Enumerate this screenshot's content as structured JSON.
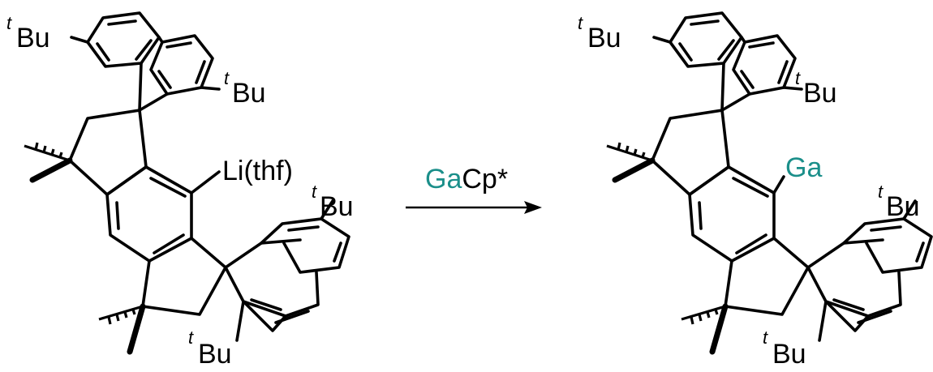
{
  "left": {
    "tbu_top_left": {
      "sup": "t",
      "text": "Bu"
    },
    "tbu_top_right": {
      "sup": "t",
      "text": "Bu"
    },
    "tbu_mid_right": {
      "sup": "t",
      "text": "Bu"
    },
    "tbu_bottom": {
      "sup": "t",
      "text": "Bu"
    },
    "metal_label": "Li(thf)"
  },
  "arrow": {
    "reagent_metal": "Ga",
    "reagent_rest": "Cp*"
  },
  "right": {
    "tbu_top_left": {
      "sup": "t",
      "text": "Bu"
    },
    "tbu_top_right": {
      "sup": "t",
      "text": "Bu"
    },
    "tbu_mid_right": {
      "sup": "t",
      "text": "Bu"
    },
    "tbu_bottom": {
      "sup": "t",
      "text": "Bu"
    },
    "metal_label": "Ga"
  },
  "colors": {
    "gallium": "#1b8f8a",
    "ink": "#000000"
  }
}
